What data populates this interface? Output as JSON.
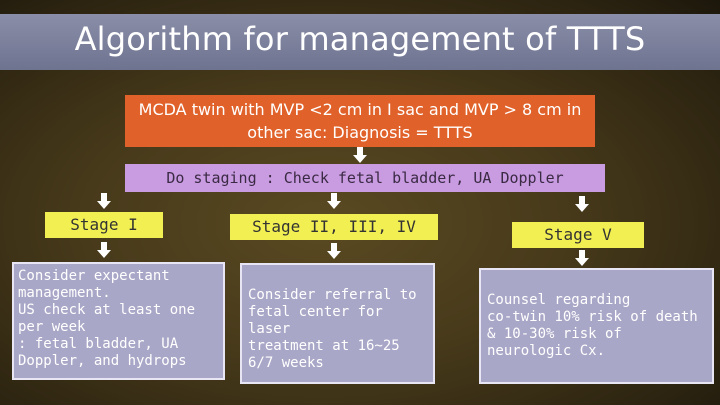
{
  "title": "Algorithm for management of TTTS",
  "diagnosis_box": "MCDA twin with MVP <2 cm in I sac and MVP > 8 cm in other sac: Diagnosis = TTTS",
  "staging_box": "Do staging : Check fetal bladder, UA Doppler",
  "stages": [
    {
      "label": "Stage I"
    },
    {
      "label": "Stage II, III, IV"
    },
    {
      "label": "Stage V"
    }
  ],
  "actions": [
    {
      "lines": [
        "Consider expectant",
        "management.",
        "US check at least one",
        "per week",
        ": fetal bladder, UA",
        "Doppler, and hydrops"
      ]
    },
    {
      "lines": [
        "Consider referral to",
        "fetal center for laser",
        "treatment at 16~25",
        "6/7 weeks"
      ]
    },
    {
      "lines": [
        "Counsel regarding",
        "co-twin 10% risk of death",
        "& 10-30% risk of",
        "neurologic Cx."
      ]
    }
  ],
  "colors": {
    "title_band": "#7d819c",
    "diagnosis": "#e0622a",
    "staging": "#c99be0",
    "stage": "#f1ef52",
    "panel": "#a9a7c7",
    "arrow": "#ffffff"
  }
}
